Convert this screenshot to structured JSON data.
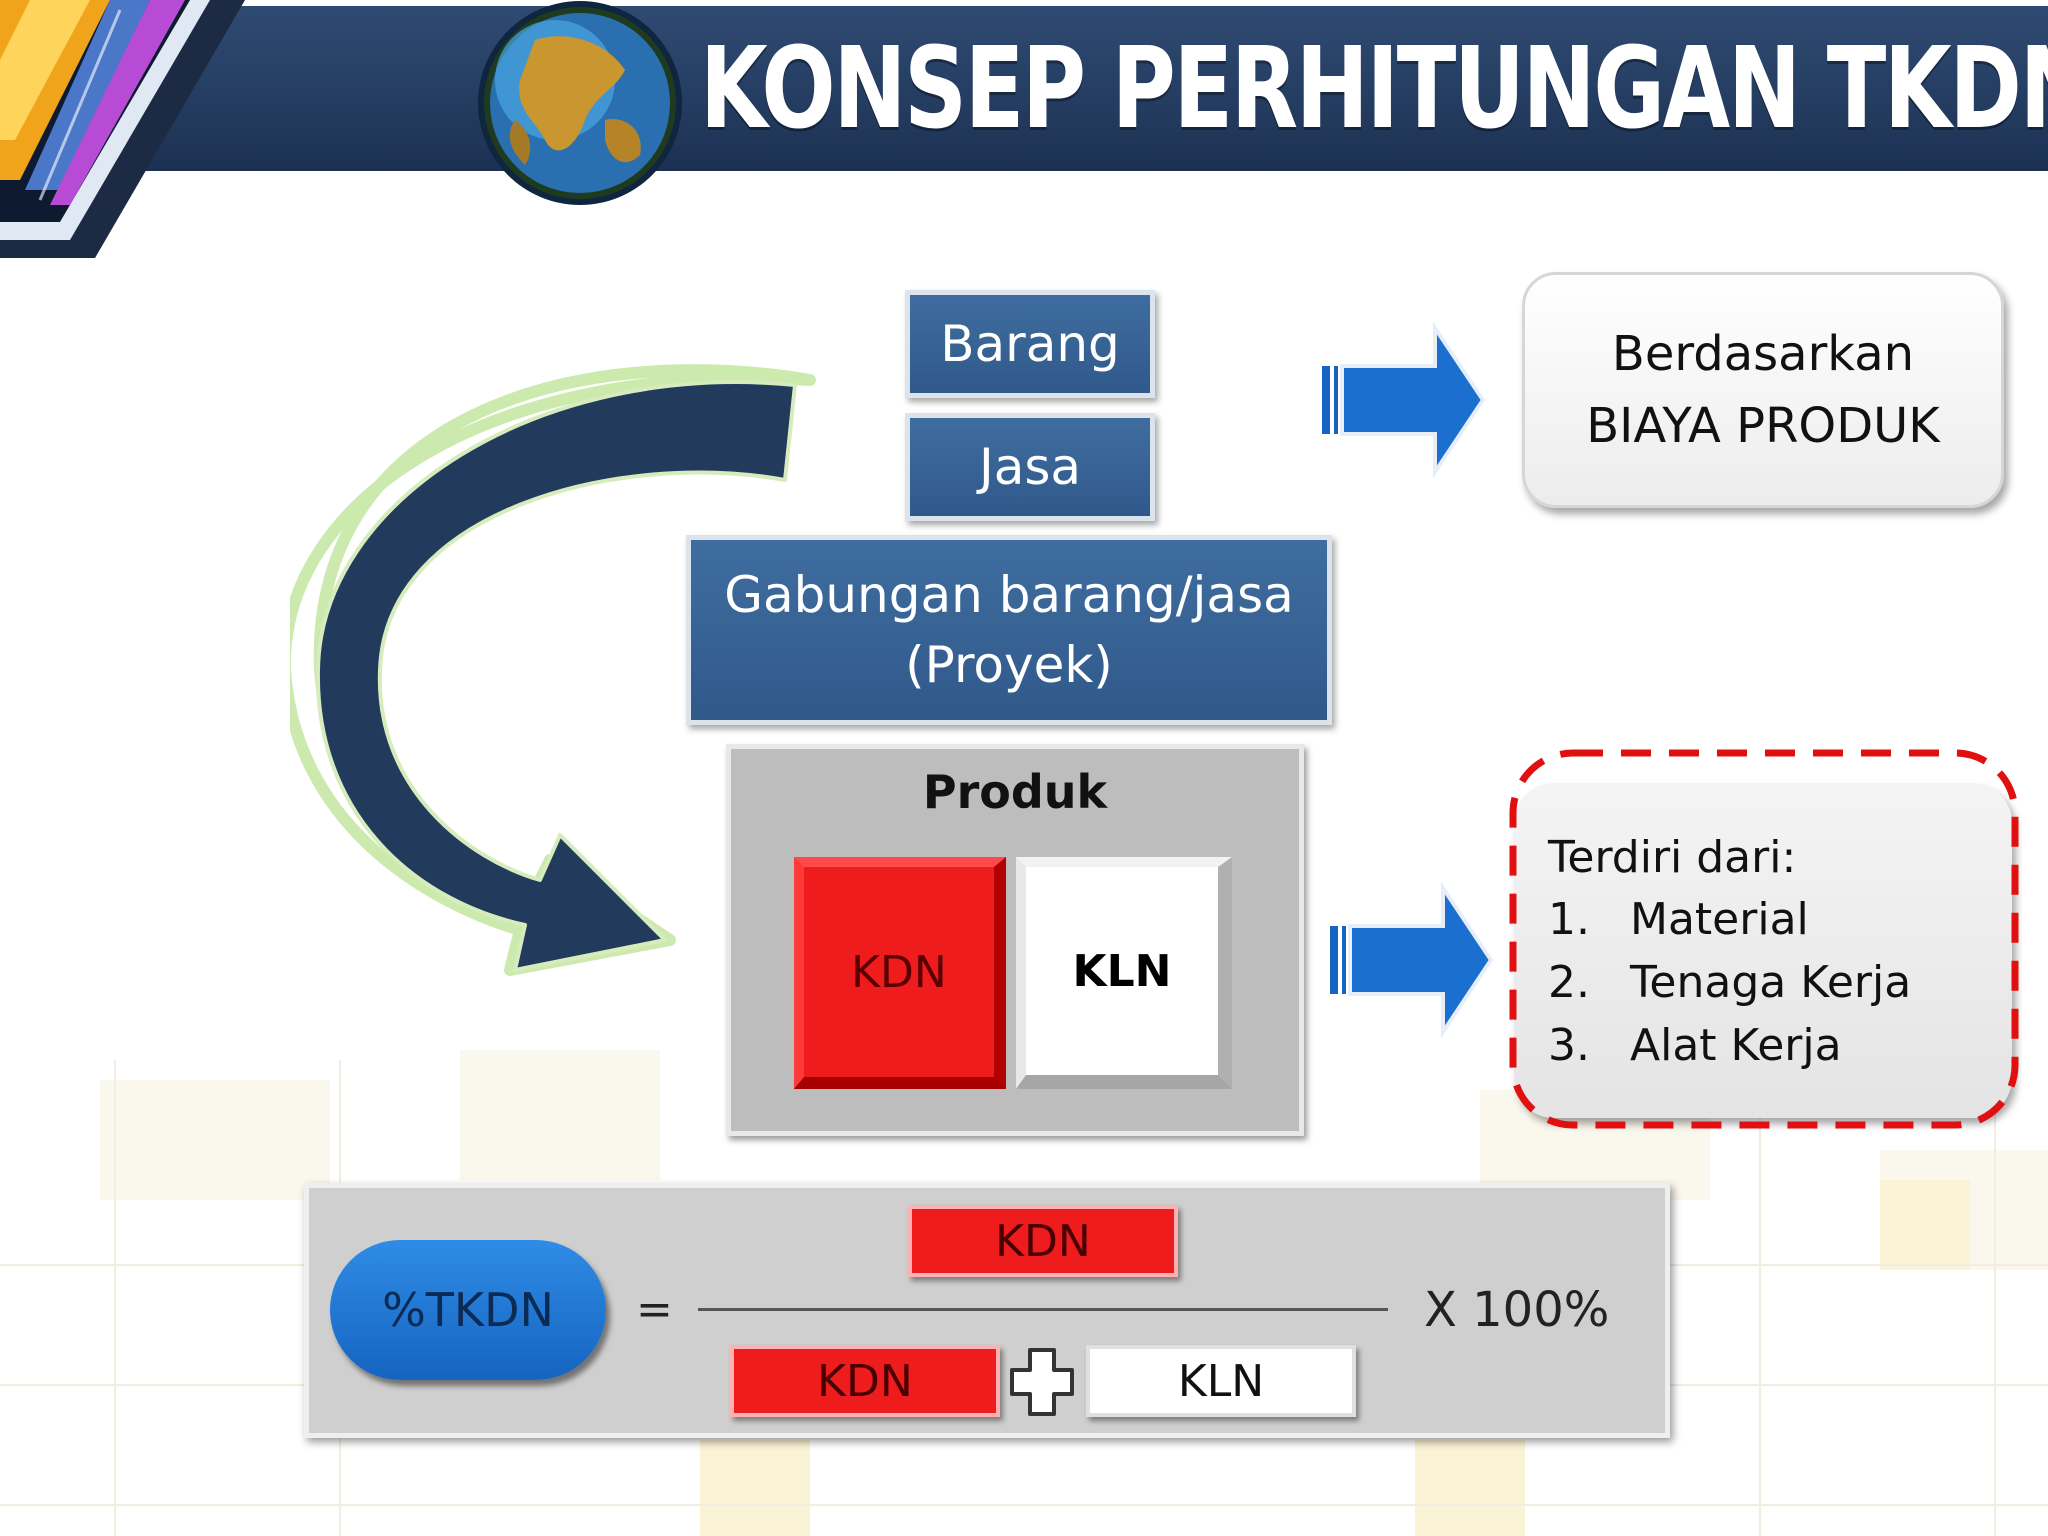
{
  "header": {
    "title": "KONSEP PERHITUNGAN TKDN"
  },
  "diagram": {
    "inputs": {
      "barang": "Barang",
      "jasa": "Jasa",
      "gabungan": "Gabungan barang/jasa\n(Proyek)"
    },
    "basis_box": "Berdasarkan\nBIAYA PRODUK",
    "produk": {
      "title": "Produk",
      "kdn": "KDN",
      "kln": "KLN"
    },
    "components": {
      "heading": "Terdiri dari:",
      "items": [
        {
          "num": "1.",
          "label": "Material"
        },
        {
          "num": "2.",
          "label": "Tenaga Kerja"
        },
        {
          "num": "3.",
          "label": "Alat Kerja"
        }
      ]
    },
    "formula": {
      "result": "%TKDN",
      "equals": "=",
      "numerator": "KDN",
      "denominator_left": "KDN",
      "denominator_right": "KLN",
      "multiplier": "X 100%"
    }
  },
  "colors": {
    "header_blue": "#243c60",
    "box_blue": "#30598a",
    "kdn_red": "#ee1c1c",
    "arrow_blue": "#1565c0",
    "dashed_red": "#e01010"
  }
}
